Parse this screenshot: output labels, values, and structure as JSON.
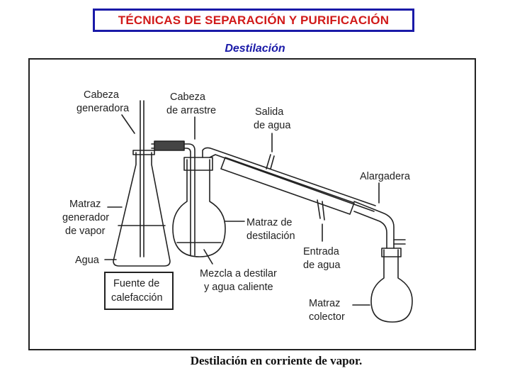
{
  "header": {
    "title": "TÉCNICAS DE SEPARACIÓN Y PURIFICACIÓN",
    "subtitle": "Destilación"
  },
  "figure": {
    "labels": {
      "cabeza_generadora_1": "Cabeza",
      "cabeza_generadora_2": "generadora",
      "cabeza_arrastre_1": "Cabeza",
      "cabeza_arrastre_2": "de arrastre",
      "salida_agua_1": "Salida",
      "salida_agua_2": "de agua",
      "alargadera": "Alargadera",
      "matraz_generador_1": "Matraz",
      "matraz_generador_2": "generador",
      "matraz_generador_3": "de vapor",
      "agua": "Agua",
      "matraz_destilacion_1": "Matraz de",
      "matraz_destilacion_2": "destilación",
      "entrada_agua_1": "Entrada",
      "entrada_agua_2": "de agua",
      "fuente_calefaccion_1": "Fuente de",
      "fuente_calefaccion_2": "calefacción",
      "mezcla_1": "Mezcla a destilar",
      "mezcla_2": "y agua caliente",
      "matraz_colector_1": "Matraz",
      "matraz_colector_2": "colector"
    },
    "caption": "Destilación en corriente de vapor."
  }
}
